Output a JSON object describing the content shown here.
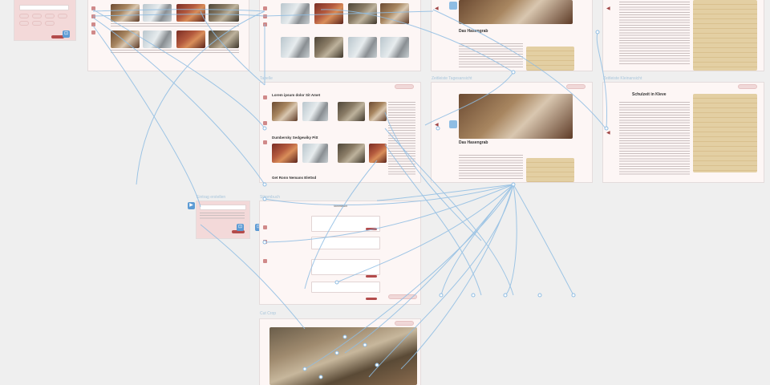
{
  "frames": {
    "liste": {
      "label": ""
    },
    "uebersicht": {
      "label": ""
    },
    "detail_top": {
      "label": ""
    },
    "detail_letter_top": {
      "label": ""
    },
    "tabelle": {
      "label": "Tabelle",
      "title": "Tabelle"
    },
    "detail_mid": {
      "label": "Zeitleiste Tagesansicht"
    },
    "detail_letter_mid": {
      "label": "Zeitleiste Kleinansicht"
    },
    "eintrag": {
      "label": "Eintrag erstellen"
    },
    "formular": {
      "label": "Stimmbuch"
    },
    "cut": {
      "label": "Cut Crop"
    }
  },
  "detail": {
    "heading": "Das Hasengrab"
  },
  "letter": {
    "title": "Schulzeit in Kleve"
  },
  "tabelle": {
    "item1_title": "Lorem ipsum dolor Sit Amet",
    "item2_title": "Dumbersky Sedgewiky Pitt",
    "item3_title": "Get Ronn Nemans Elettsd"
  },
  "formular": {
    "title": "Stimmbuch"
  },
  "colors": {
    "accent": "#b34b4b",
    "wire": "#8fbde3",
    "frame": "#fdf6f5"
  }
}
